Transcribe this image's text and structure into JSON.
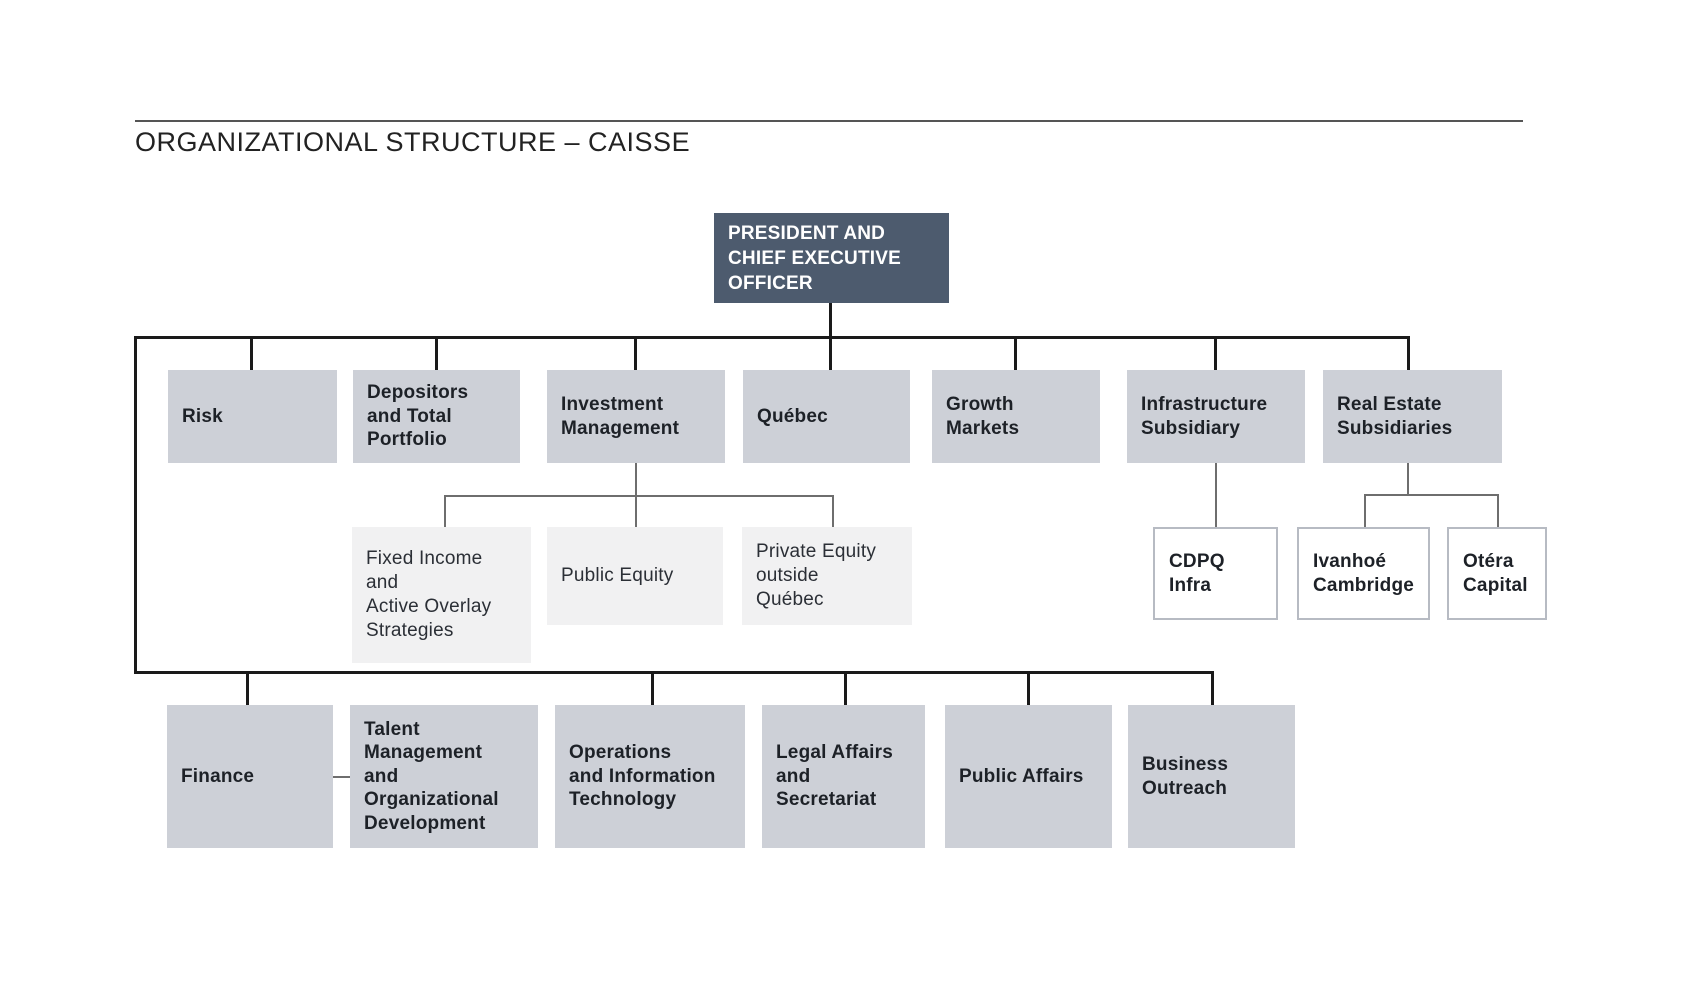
{
  "title": "ORGANIZATIONAL STRUCTURE – CAISSE",
  "colors": {
    "box_dark": "#4d5b6e",
    "box_gray": "#cdd0d7",
    "box_light": "#f1f1f2",
    "box_white_border": "#b7bbc3",
    "line_main": "#1a1a1a",
    "line_sub": "#6e6e6e",
    "text_dark": "#1d2127",
    "text_light": "#ffffff",
    "title_color": "#222222",
    "rule_color": "#555555"
  },
  "org": {
    "president": {
      "label": "PRESIDENT AND\nCHIEF EXECUTIVE\nOFFICER"
    },
    "level1": [
      {
        "label": "Risk"
      },
      {
        "label": "Depositors\nand Total\nPortfolio"
      },
      {
        "label": "Investment\nManagement"
      },
      {
        "label": "Québec"
      },
      {
        "label": "Growth\nMarkets"
      },
      {
        "label": "Infrastructure\nSubsidiary"
      },
      {
        "label": "Real Estate\nSubsidiaries"
      }
    ],
    "investment_children": [
      {
        "label": "Fixed Income\nand\nActive Overlay\nStrategies"
      },
      {
        "label": "Public Equity"
      },
      {
        "label": "Private Equity\noutside\nQuébec"
      }
    ],
    "infrastructure_children": [
      {
        "label": "CDPQ\nInfra"
      }
    ],
    "real_estate_children": [
      {
        "label": "Ivanhoé\nCambridge"
      },
      {
        "label": "Otéra\nCapital"
      }
    ],
    "level2": [
      {
        "label": "Finance"
      },
      {
        "label": "Talent\nManagement\nand\nOrganizational\nDevelopment"
      },
      {
        "label": "Operations\nand Information\nTechnology"
      },
      {
        "label": "Legal Affairs\nand\nSecretariat"
      },
      {
        "label": "Public Affairs"
      },
      {
        "label": "Business\nOutreach"
      }
    ]
  }
}
